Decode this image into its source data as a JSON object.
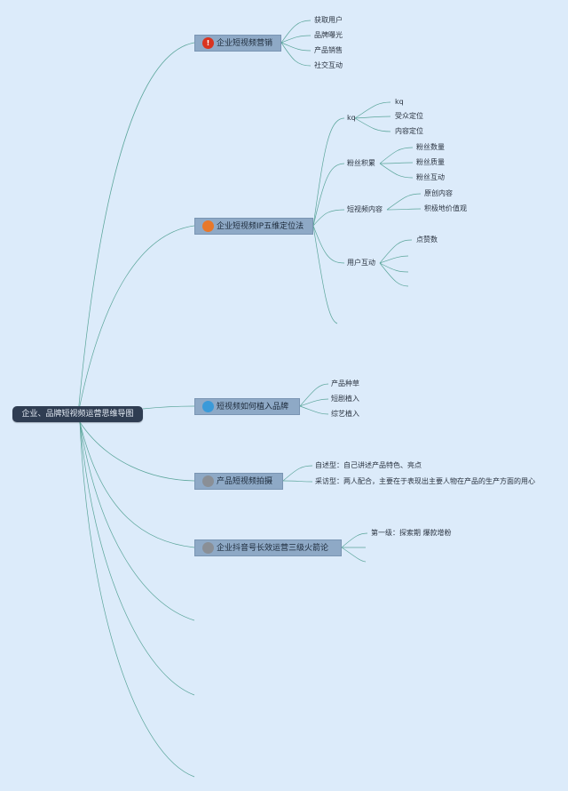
{
  "root": {
    "label": "企业、品牌短视频运营思维导图"
  },
  "branches": [
    {
      "label": "企业短视频营销",
      "badge_color": "#d93420",
      "badge_glyph": "!"
    },
    {
      "label": "企业短视频IP五维定位法",
      "badge_color": "#e8782a",
      "badge_glyph": ""
    },
    {
      "label": "短视频如何植入品牌",
      "badge_color": "#3a9ad9",
      "badge_glyph": ""
    },
    {
      "label": "产品短视频拍摄",
      "badge_color": "#8a8f96",
      "badge_glyph": ""
    },
    {
      "label": "企业抖音号长效运营三级火箭论",
      "badge_color": "#8a8f96",
      "badge_glyph": ""
    }
  ],
  "marketing": {
    "items": [
      "获取用户",
      "品牌曝光",
      "产品销售",
      "社交互动"
    ]
  },
  "ip": {
    "kq": {
      "label": "kq",
      "children": [
        "kq",
        "受众定位",
        "内容定位"
      ]
    },
    "fans": {
      "label": "粉丝积累",
      "children": [
        "粉丝数量",
        "粉丝质量",
        "粉丝互动"
      ]
    },
    "content": {
      "label": "短视频内容",
      "children": [
        "原创内容",
        "积极地价值观"
      ]
    },
    "interaction": {
      "label": "用户互动",
      "children": [
        "点赞数"
      ]
    }
  },
  "brand": {
    "items": [
      "产品种草",
      "短剧植入",
      "综艺植入"
    ]
  },
  "shooting": {
    "items": [
      "自述型：自己讲述产品特色、亮点",
      "采访型：两人配合，主要在于表现出主要人物在产品的生产方面的用心"
    ]
  },
  "rocket": {
    "items": [
      "第一级：探索期 爆款增粉"
    ]
  },
  "colors": {
    "background": "#dcebfa",
    "connector": "#5aa59a",
    "root_fill": "#2f3d52",
    "branch_fill": "#8ea9c6"
  }
}
